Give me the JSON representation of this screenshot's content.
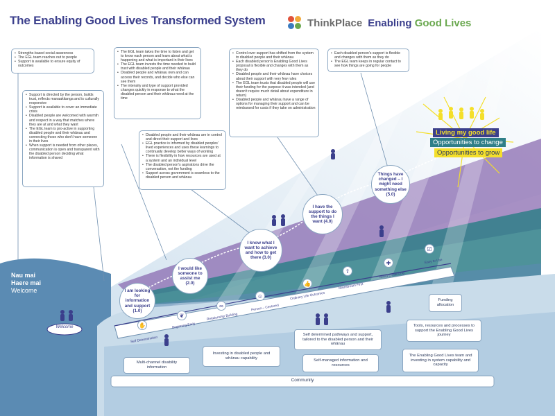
{
  "title": "The Enabling Good Lives Transformed System",
  "logos": {
    "thinkplace": "ThinkPlace",
    "egl_part1": "Enabling ",
    "egl_part2": "Good Lives"
  },
  "colors": {
    "navy": "#3b3f8c",
    "teal": "#2f7f88",
    "purple": "#8a6bb0",
    "lightblue": "#c9dcea",
    "midblue": "#5b8bb3",
    "yellow": "#f4df2b",
    "green": "#6aa84f"
  },
  "welcome": {
    "line1": "Nau mai",
    "line2": "Haere mai",
    "line3": "Welcome",
    "sign": "Welcome"
  },
  "boxes": [
    {
      "items": [
        "Strengths-based social awareness",
        "The EGL team reaches out to people",
        "Support is available to ensure equity of outcomes"
      ]
    },
    {
      "items": [
        "Support is directed by the person, builds trust, reflects manaakitanga and is culturally responsive",
        "Support is available to cover an immediate crisis",
        "Disabled people are welcomed with warmth and respect in a way that matches where they are at and what they want",
        "The EGL team is pro-active in supporting disabled people and their whānau and connecting those who don't have someone in their lives",
        "When support is needed from other places, communication is open and transparent with the disabled person deciding what information is shared"
      ]
    },
    {
      "items": [
        "The EGL team takes the time to listen and get to know each person and learn about what is happening and what is important in their lives",
        "The EGL team invests the time needed to build trust with disabled people and their whānau",
        "Disabled people and whānau own and can access their records, and decide who else can see them",
        "The intensity and type of support provided changes quickly in response to what the disabled person and their whānau need at the time"
      ]
    },
    {
      "items": [
        "Disabled people and their whānau are in control and direct their support and lives",
        "EGL practice is informed by disabled peoples' lived experiences and uses these learnings to continually develop better ways of working",
        "There is flexibility in how resources are used at a system and an individual level",
        "The disabled person's aspirations drive the conversation, not the funding",
        "Support across government is seamless to the disabled person and whānau"
      ]
    },
    {
      "items": [
        "Control over support has shifted from the system to disabled people and their whānau",
        "Each disabled person's Enabling Good Lives proposal is flexible and changes with them as they do",
        "Disabled people and their whānau have choices about their support with very few rules",
        "The EGL team trusts that disabled people will use their funding for the purpose it was intended (and doesn't require much detail about expenditure in return)",
        "Disabled people and whānau have a range of options for managing their support and can be reimbursed for costs if they take on administration"
      ]
    },
    {
      "items": [
        "Each disabled person's support is flexible and changes with them as they do",
        "The EGL team keeps in regular contact to see how things are going for people"
      ]
    }
  ],
  "stages": [
    "I am looking for information and support (1.0)",
    "I would like someone to assist me (2.0)",
    "I know what I want to achieve and how to get there (3.0)",
    "I have the support to do the things I want (4.0)",
    "Things have changed – I might need something else (5.0)"
  ],
  "goals": {
    "g1": "Living my good life",
    "g2": "Opportunities to change",
    "g3": "Opportunities to grow"
  },
  "principles": [
    "Self Determination",
    "Beginning Early",
    "Relationship Building",
    "Person – Centered",
    "Ordinary Life Outcomes",
    "Mainstream First",
    "Mana Enhancing",
    "Easy to Use"
  ],
  "foundations": {
    "multichannel": "Multi-channel disability information",
    "investing": "Investing in disabled people and whānau capability",
    "pathways": "Self determined pathways and support, tailored to the disabled person and their whānau",
    "self_managed": "Self-managed information and resources",
    "funding": "Funding allocation",
    "tools": "Tools, resources and processes to support the Enabling Good Lives journey",
    "team": "The Enabling Good Lives team and investing in system capability and capacity",
    "community": "Community"
  }
}
